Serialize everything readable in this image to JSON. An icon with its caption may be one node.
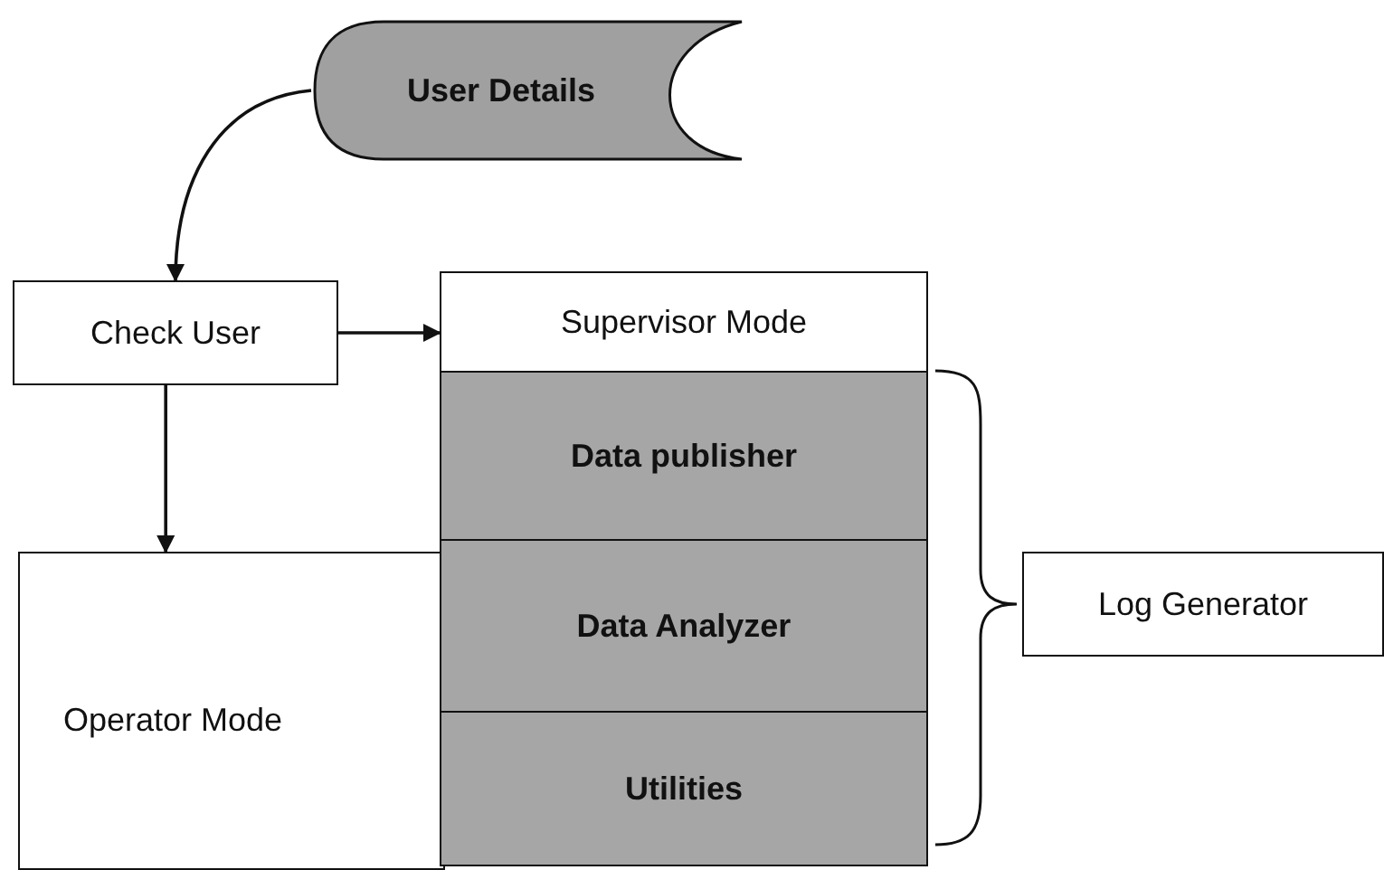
{
  "diagram": {
    "nodes": [
      {
        "text": [
          "User Details"
        ]
      },
      {
        "text": [
          "Check User"
        ]
      },
      {
        "text": [
          "Supervisor Mode"
        ]
      },
      {
        "text": [
          "Data publisher"
        ]
      },
      {
        "text": [
          "Data Analyzer"
        ]
      },
      {
        "text": [
          "Utilities"
        ]
      },
      {
        "text": [
          "Operator Mode"
        ]
      },
      {
        "text": [
          "Log Generator"
        ]
      }
    ],
    "edges": [
      {
        "from": 0,
        "to": 1,
        "arrow": "to"
      },
      {
        "from": 1,
        "to": 2,
        "arrow": "to"
      },
      {
        "from": 1,
        "to": 6,
        "arrow": "to"
      }
    ]
  }
}
